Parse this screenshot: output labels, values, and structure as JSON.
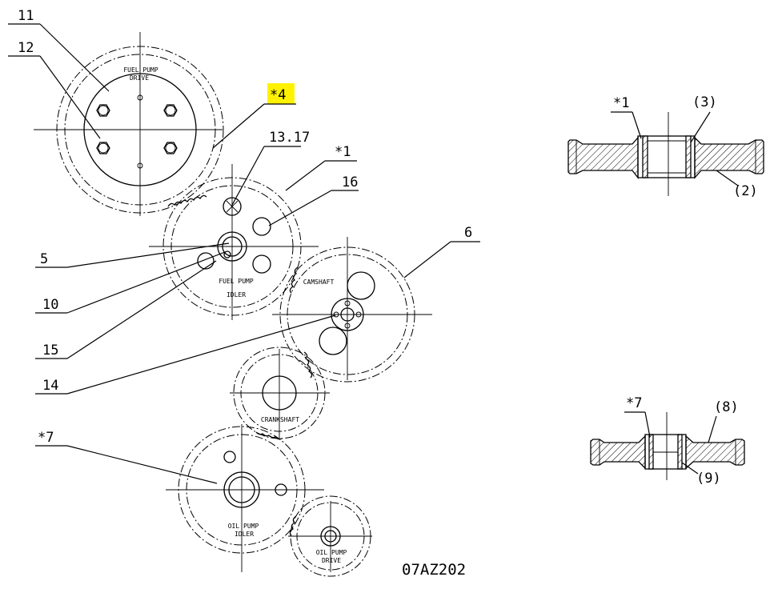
{
  "callouts": {
    "c11": "11",
    "c12": "12",
    "c4": "*4",
    "c13_17": "13.17",
    "c1": "*1",
    "c16": "16",
    "c6": "6",
    "c5": "5",
    "c10": "10",
    "c15": "15",
    "c14": "14",
    "c7": "*7"
  },
  "gear_labels": {
    "fuel_pump_drive_1": "FUEL PUMP",
    "fuel_pump_drive_2": "DRIVE",
    "fuel_pump_idler_1": "FUEL PUMP",
    "fuel_pump_idler_2": "IDLER",
    "camshaft": "CAMSHAFT",
    "crankshaft": "CRANKSHAFT",
    "oil_pump_idler_1": "OIL PUMP",
    "oil_pump_idler_2": "IDLER",
    "oil_pump_drive_1": "OIL PUMP",
    "oil_pump_drive_2": "DRIVE"
  },
  "section_top": {
    "c1": "*1",
    "c3": "(3)",
    "c2": "(2)"
  },
  "section_bottom": {
    "c7": "*7",
    "c8": "(8)",
    "c9": "(9)"
  },
  "drawing_code": "07AZ202",
  "colors": {
    "highlight": "#fff200",
    "line": "#000000",
    "background": "#ffffff"
  }
}
